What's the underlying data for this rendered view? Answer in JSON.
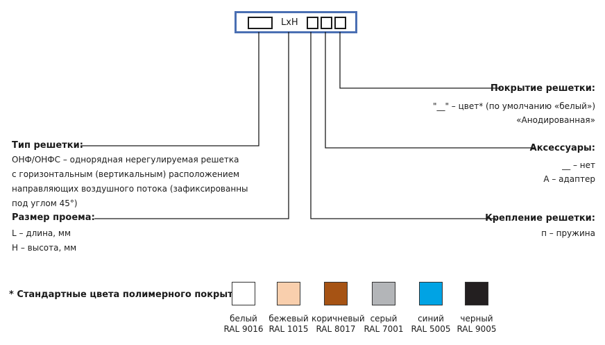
{
  "code": {
    "middle_label": "LxH"
  },
  "right": [
    {
      "title": "Покрытие решетки:",
      "lines": [
        "\"__\" – цвет* (по умолчанию «белый»)",
        "«Анодированная»"
      ]
    },
    {
      "title": "Аксессуары:",
      "lines": [
        "__ – нет",
        "А – адаптер"
      ]
    },
    {
      "title": "Крепление решетки:",
      "lines": [
        "п – пружина"
      ]
    }
  ],
  "left": [
    {
      "title": "Тип решетки:",
      "lines": [
        "ОНФ/ОНФС – однорядная нерегулируемая решетка",
        "с горизонтальным (вертикальным) расположением",
        "направляющих воздушного потока (зафиксированны",
        "под углом 45°)"
      ]
    },
    {
      "title": "Размер проема:",
      "lines": [
        "L – длина, мм",
        "H – высота, мм"
      ]
    }
  ],
  "colors_title": "* Стандартные цвета полимерного покрытия:",
  "swatches": [
    {
      "name": "белый",
      "ral": "RAL 9016",
      "color": "#ffffff"
    },
    {
      "name": "бежевый",
      "ral": "RAL 1015",
      "color": "#f9cfad"
    },
    {
      "name": "коричневый",
      "ral": "RAL 8017",
      "color": "#a65314"
    },
    {
      "name": "серый",
      "ral": "RAL 7001",
      "color": "#b3b5b8"
    },
    {
      "name": "синий",
      "ral": "RAL 5005",
      "color": "#00a3e4"
    },
    {
      "name": "черный",
      "ral": "RAL 9005",
      "color": "#231f20"
    }
  ]
}
